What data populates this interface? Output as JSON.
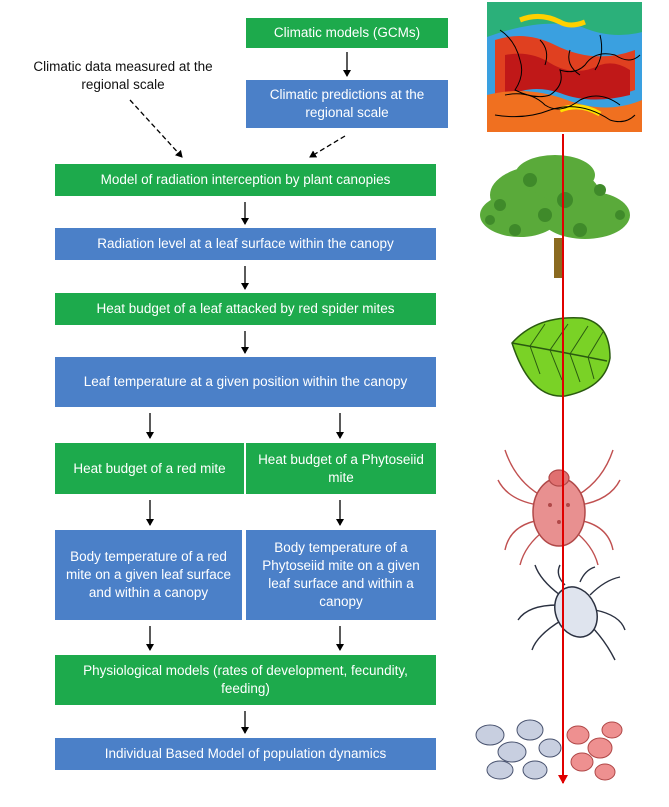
{
  "boxes": {
    "gcm": "Climatic models (GCMs)",
    "regional_prediction": "Climatic predictions at the regional scale",
    "radiation_model": "Model of radiation interception by plant canopies",
    "radiation_level": "Radiation level at a leaf surface within the canopy",
    "leaf_heat_budget": "Heat budget of a leaf attacked by red spider mites",
    "leaf_temperature": "Leaf temperature at a given position within the canopy",
    "red_mite_heat_budget": "Heat budget of a red mite",
    "phyto_mite_heat_budget": "Heat budget of a Phytoseiid mite",
    "red_mite_body_temp": "Body temperature of a red mite on a given leaf surface and within a canopy",
    "phyto_mite_body_temp": "Body temperature of a Phytoseiid mite on a given leaf surface and within a canopy",
    "physiological_models": "Physiological models (rates of development, fecundity, feeding)",
    "ibm": "Individual Based Model of population dynamics"
  },
  "notes": {
    "regional_data": "Climatic data measured at the regional scale"
  },
  "colors": {
    "green_box": "#1daa4c",
    "blue_box": "#4b80c8",
    "scale_arrow": "#e00000"
  },
  "illustrations": [
    "climate-map-icon",
    "tree-icon",
    "leaf-icon",
    "red-mite-icon",
    "phytoseiid-mite-icon",
    "mite-population-icon"
  ]
}
